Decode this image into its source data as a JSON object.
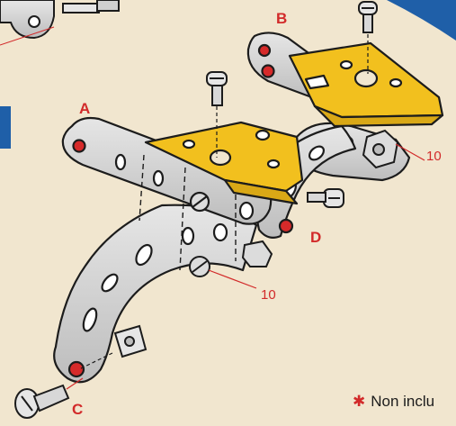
{
  "colors": {
    "background": "#f1e6cf",
    "frame_blue": "#1f5fa8",
    "metal": "#d8d8d8",
    "metal_shade": "#bcbcbc",
    "bracket_yellow": "#f2c01e",
    "hole_red": "#d62a2a",
    "outline": "#1c1c1c",
    "label_red": "#d22a2a"
  },
  "labels": {
    "a": "A",
    "b": "B",
    "c": "C",
    "d": "D",
    "ten_lower": "10",
    "ten_right": "10"
  },
  "footnote": {
    "symbol": "✱",
    "text": "Non inclu"
  }
}
